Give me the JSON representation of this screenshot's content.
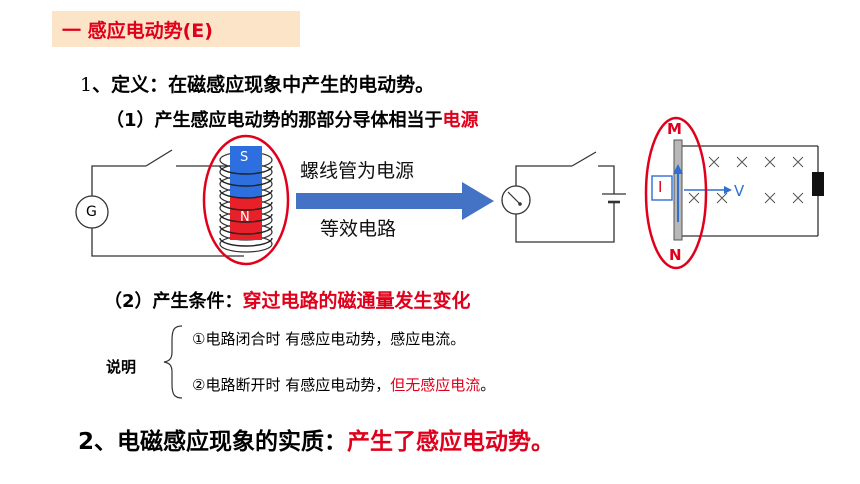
{
  "section_title": "一 感应电动势(E)",
  "definition": {
    "number": "1",
    "label": "、定义：",
    "text": "在磁感应现象中产生的电动势。"
  },
  "point1": {
    "prefix": "（1）产生感应电动势的那部分导体相当于",
    "highlight": "电源"
  },
  "diagram": {
    "galvanometer": "G",
    "magnet_top": "S",
    "magnet_bottom": "N",
    "arrow_top_label": "螺线管为电源",
    "arrow_bottom_label": "等效电路",
    "rod_top": "M",
    "rod_bottom": "N",
    "current_label": "I",
    "velocity_label": "V"
  },
  "point2": {
    "prefix": "（2）产生条件：",
    "highlight": "穿过电路的磁通量发生变化"
  },
  "notes": {
    "label": "说明",
    "item1": "①电路闭合时  有感应电动势，感应电流。",
    "item2_prefix": "②电路断开时  有感应电动势，",
    "item2_highlight": "但无感应电流",
    "item2_suffix": "。"
  },
  "essence": {
    "prefix": "2、电磁感应现象的实质：",
    "highlight": "产生了感应电动势。"
  },
  "colors": {
    "accent_red": "#e0001b",
    "banner_bg": "#fbe4c8",
    "arrow_blue": "#4472c4",
    "magnet_blue": "#2e6fe0",
    "magnet_red": "#e8202a"
  }
}
